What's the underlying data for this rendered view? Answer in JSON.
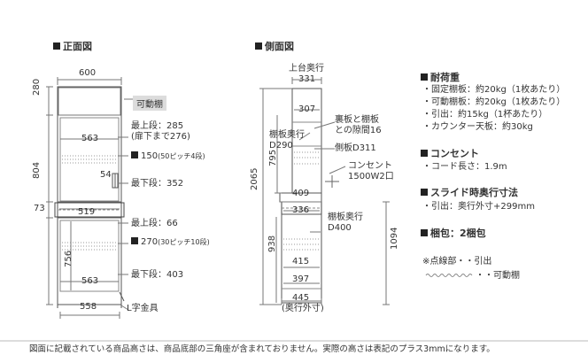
{
  "front": {
    "title": "正面図",
    "dims": {
      "width_top": "600",
      "h_top": "280",
      "h_mid": "804",
      "h_73": "73",
      "w_563_top": "563",
      "d_54": "54",
      "w_519": "519",
      "h_756": "756",
      "w_563_bot": "563",
      "w_558": "558"
    },
    "movable_shelf": "可動棚",
    "upper": {
      "top": "最上段：285",
      "top2": "(扉下まで276)",
      "pitch_val": "150",
      "pitch_note": "(50ピッチ4段)",
      "bottom": "最下段：352"
    },
    "lower": {
      "top": "最上段：66",
      "pitch_val": "270",
      "pitch_note": "(30ピッチ10段)",
      "bottom": "最下段：403"
    },
    "l_bracket": "L字金具"
  },
  "side": {
    "title": "側面図",
    "dims": {
      "top_depth_label": "上台奥行",
      "d_331": "331",
      "d_307": "307",
      "h_2065": "2065",
      "h_795": "795",
      "d_409": "409",
      "d_336": "336",
      "h_938": "938",
      "h_1094": "1094",
      "d_415": "415",
      "d_397": "397",
      "d_445": "445",
      "d_445_note": "(奥行外寸)"
    },
    "shelf_depth_d290": [
      "棚板奥行",
      "D290"
    ],
    "gap_note": [
      "裏板と棚板",
      "との隙間16"
    ],
    "side_d311": "側板D311",
    "outlet_note": [
      "コンセント",
      "1500W2口"
    ],
    "shelf_depth_d400": [
      "棚板奥行",
      "D400"
    ]
  },
  "specs": {
    "load_title": "耐荷重",
    "load_items": [
      "・固定棚板：約20kg（1枚あたり）",
      "・可動棚板：約20kg（1枚あたり）",
      "・引出：約15kg（1杯あたり）",
      "・カウンター天板：約30kg"
    ],
    "outlet_title": "コンセント",
    "outlet_items": [
      "・コード長さ：1.9m"
    ],
    "slide_title": "スライド時奥行寸法",
    "slide_items": [
      "・引出：奥行外寸+299mm"
    ],
    "pack": "梱包：2梱包",
    "legend_title": "※点線部・・引出",
    "legend_item": "・・可動棚"
  },
  "footer": "図面に記載されている商品高さは、商品底部の三角座が含まれておりません。実際の高さは表記のプラス3mmになります。"
}
